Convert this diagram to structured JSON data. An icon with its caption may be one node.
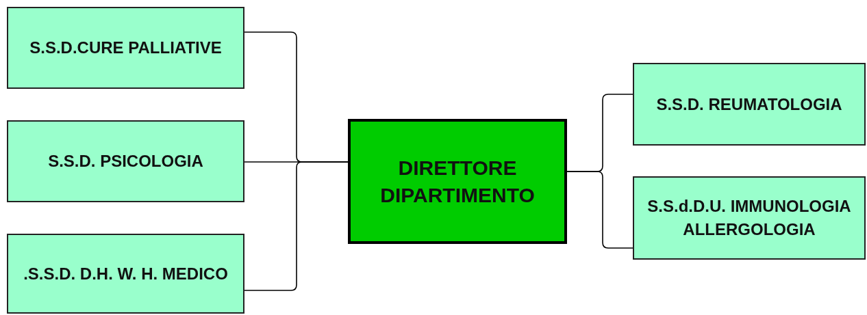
{
  "diagram": {
    "nodes": [
      {
        "text": [
          "S.S.D.CURE PALLIATIVE"
        ]
      },
      {
        "text": [
          "S.S.D. PSICOLOGIA"
        ]
      },
      {
        "text": [
          ".S.S.D. D.H. W. H. MEDICO"
        ]
      },
      {
        "text": [
          "DIRETTORE DIPARTIMENTO"
        ]
      },
      {
        "text": [
          "S.S.D. REUMATOLOGIA"
        ]
      },
      {
        "text": [
          "S.S.d.D.U. IMMUNOLOGIA ALLERGOLOGIA"
        ]
      }
    ],
    "edges": [
      {
        "from": 0,
        "to": 3,
        "arrow": "none"
      },
      {
        "from": 1,
        "to": 3,
        "arrow": "none"
      },
      {
        "from": 2,
        "to": 3,
        "arrow": "none"
      },
      {
        "from": 3,
        "to": 4,
        "arrow": "none"
      },
      {
        "from": 3,
        "to": 5,
        "arrow": "none"
      }
    ]
  }
}
